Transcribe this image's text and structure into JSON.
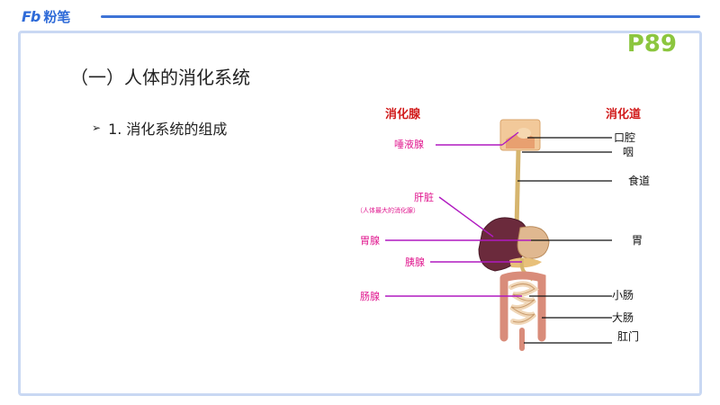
{
  "brand": {
    "logo": "Fb",
    "name": "粉笔"
  },
  "page_number": "P89",
  "heading": "（一）人体的消化系统",
  "bullet": {
    "marker": "➢",
    "text": "1. 消化系统的组成"
  },
  "diagram": {
    "left_header": "消化腺",
    "right_header": "消化道",
    "left_labels": {
      "salivary": "唾液腺",
      "liver": "肝脏",
      "liver_note": "（人体最大的消化腺）",
      "gastric": "胃腺",
      "pancreas": "胰腺",
      "intestinal": "肠腺"
    },
    "right_labels": {
      "mouth": "口腔",
      "pharynx": "咽",
      "esophagus": "食道",
      "stomach": "胃",
      "small_intestine": "小肠",
      "large_intestine": "大肠",
      "anus": "肛门"
    }
  },
  "colors": {
    "brand_blue": "#2f6bd8",
    "page_number_green": "#8cc63f",
    "gland_label": "#e0188f",
    "header_red": "#d11b1b"
  }
}
